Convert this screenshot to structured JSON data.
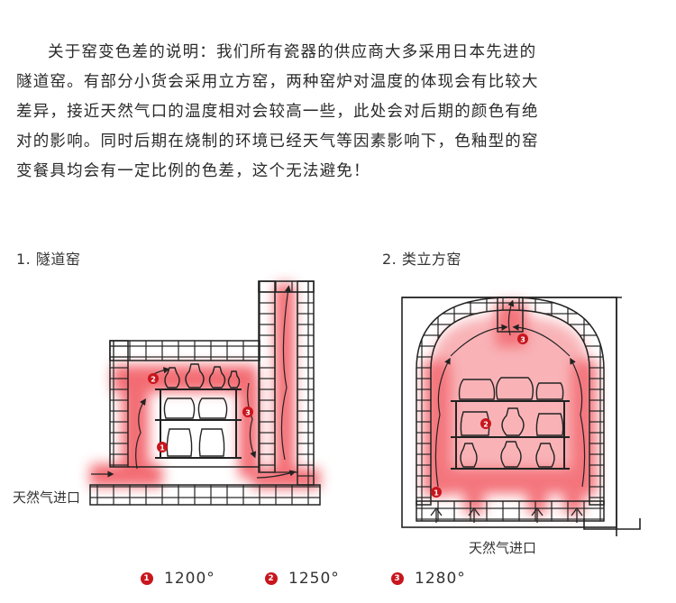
{
  "description": {
    "lines": [
      "关于窑变色差的说明：我们所有瓷器的供应商大多采用日本先进的",
      "隧道窑。有部分小货会采用立方窑，两种窑炉对温度的体现会有比较大",
      "差异，接近天然气口的温度相对会较高一些，此处会对后期的颜色有绝",
      "对的影响。同时后期在烧制的环境已经天气等因素影响下，色釉型的窑",
      "变餐具均会有一定比例的色差，这个无法避免！"
    ]
  },
  "diagram1": {
    "title": "1. 隧道窑",
    "gas_label": "天然气进口",
    "markers": [
      "1",
      "2",
      "3"
    ]
  },
  "diagram2": {
    "title": "2. 类立方窑",
    "gas_label": "天然气进口",
    "markers": [
      "1",
      "2",
      "3"
    ]
  },
  "legend": [
    {
      "marker": "1",
      "temp": "1200°"
    },
    {
      "marker": "2",
      "temp": "1250°"
    },
    {
      "marker": "3",
      "temp": "1280°"
    }
  ],
  "colors": {
    "heat": "#ef3b45",
    "marker": "#c8161d",
    "ink": "#222222"
  }
}
